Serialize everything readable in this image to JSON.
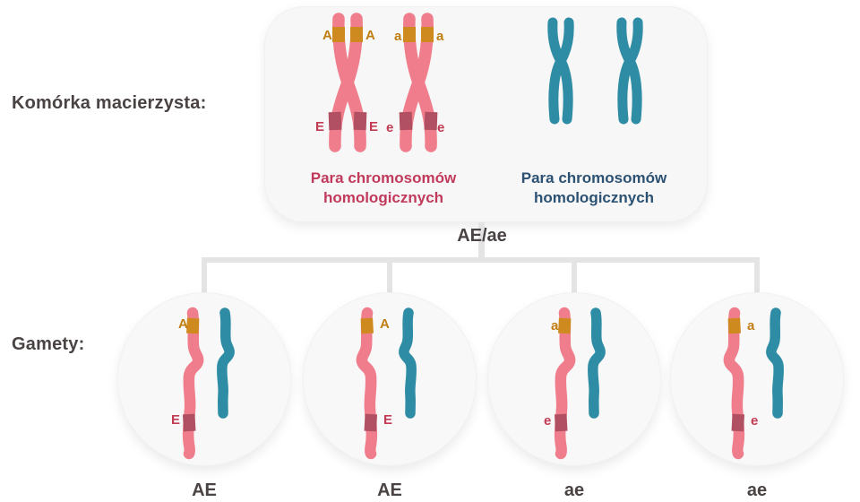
{
  "mother_cell": {
    "label": "Komórka macierzysta:",
    "pink_pair": {
      "caption": "Para chromosomów homologicznych",
      "chromosomes": [
        {
          "top_left": "A",
          "top_right": "A",
          "bottom_left": "E",
          "bottom_right": "E"
        },
        {
          "top_left": "a",
          "top_right": "a",
          "bottom_left": "e",
          "bottom_right": "e"
        }
      ]
    },
    "blue_pair": {
      "caption": "Para chromosomów homologicznych"
    }
  },
  "genotype": {
    "label": "AE/ae"
  },
  "gametes": {
    "label": "Gamety:",
    "items": [
      {
        "top_allele": "A",
        "bottom_allele": "E",
        "label": "AE"
      },
      {
        "top_allele": "A",
        "bottom_allele": "E",
        "label": "AE"
      },
      {
        "top_allele": "a",
        "bottom_allele": "e",
        "label": "ae"
      },
      {
        "top_allele": "a",
        "bottom_allele": "e",
        "label": "ae"
      }
    ]
  },
  "colors": {
    "chromosome_pink": "#F07D8C",
    "chromosome_teal": "#2E8CA4",
    "band_orange": "#CE8A1E",
    "band_dark_rose": "#B15062",
    "caption_pink": "#C23A5B",
    "caption_blue": "#2C5173",
    "text_dark": "#4A4343",
    "connector_gray": "#E4E4E4",
    "panel_gray": "#F7F7F7"
  }
}
